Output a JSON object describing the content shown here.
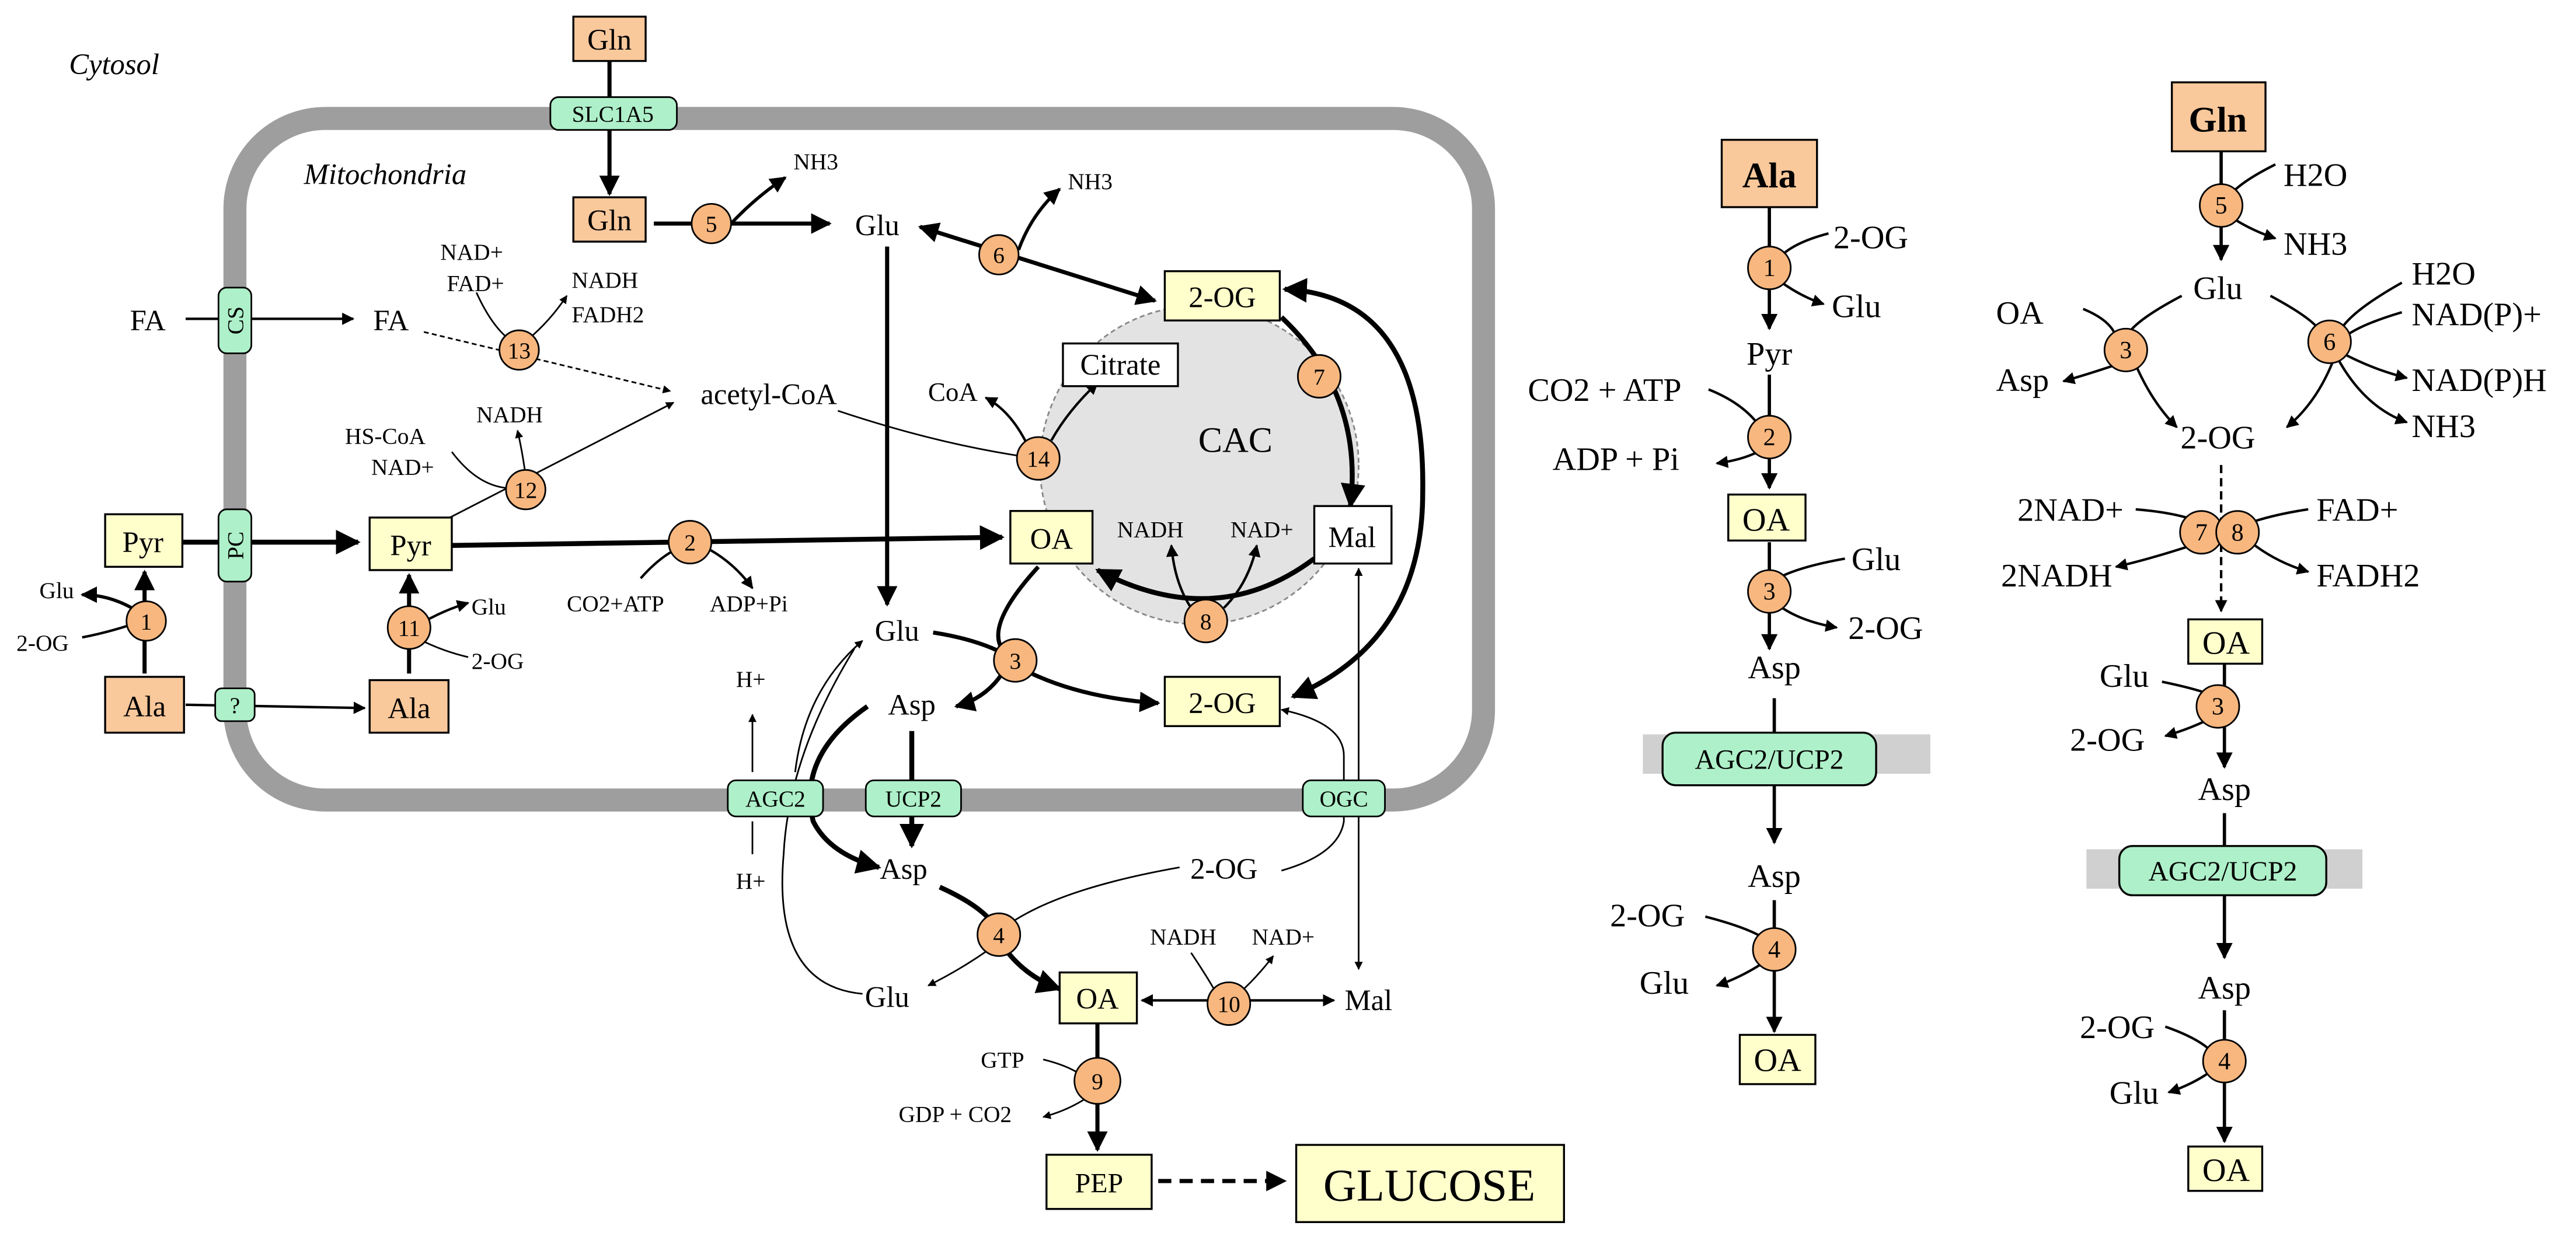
{
  "colors": {
    "metabolite_cytosolic_fill": "#f9c89b",
    "metabolite_fill": "#ffffcc",
    "transporter_fill": "#aef0c9",
    "enzyme_fill": "#f7b77f",
    "membrane": "#9e9e9e",
    "cac_fill": "#e3e3e3"
  },
  "compartments": {
    "cytosol": "Cytosol",
    "mitochondria": "Mitochondria",
    "cycle": "CAC"
  },
  "transporters": {
    "slc1a5": "SLC1A5",
    "cs": "CS",
    "pc": "PC",
    "unknown": "?",
    "agc2": "AGC2",
    "ucp2": "UCP2",
    "ogc": "OGC"
  },
  "metabolites": {
    "gln_top": "Gln",
    "gln_mito": "Gln",
    "glu_mito_top": "Glu",
    "two_og_cac": "2-OG",
    "citrate": "Citrate",
    "coa": "CoA",
    "acetyl_coa": "acetyl-CoA",
    "fa_out": "FA",
    "fa_in": "FA",
    "pyr_cyto": "Pyr",
    "pyr_mito": "Pyr",
    "ala_cyto": "Ala",
    "ala_mito": "Ala",
    "oa_mito": "OA",
    "mal_mito": "Mal",
    "glu_mito_mid": "Glu",
    "asp_mito": "Asp",
    "two_og_mito": "2-OG",
    "asp_cyto": "Asp",
    "two_og_cyto": "2-OG",
    "glu_cyto": "Glu",
    "oa_cyto": "OA",
    "mal_cyto": "Mal",
    "pep": "PEP",
    "glucose": "GLUCOSE"
  },
  "cofactors": {
    "nh3_5": "NH3",
    "nh3_6": "NH3",
    "nad_13": "NAD+",
    "fad_13": "FAD+",
    "nadh_13": "NADH",
    "fadh2_13": "FADH2",
    "hscoa_12": "HS-CoA",
    "nad_12": "NAD+",
    "nadh_12": "NADH",
    "glu_1": "Glu",
    "two_og_1": "2-OG",
    "glu_11": "Glu",
    "two_og_11": "2-OG",
    "co2atp_2": "CO2+ATP",
    "adppi_2": "ADP+Pi",
    "nadh_8": "NADH",
    "nad_8": "NAD+",
    "h_up": "H+",
    "h_down": "H+",
    "nadh_10": "NADH",
    "nad_10": "NAD+",
    "gtp_9": "GTP",
    "gdpco2_9": "GDP + CO2"
  },
  "enzymes": {
    "e1": "1",
    "e2": "2",
    "e3": "3",
    "e4": "4",
    "e5": "5",
    "e6": "6",
    "e7": "7",
    "e8": "8",
    "e9": "9",
    "e10": "10",
    "e11": "11",
    "e12": "12",
    "e13": "13",
    "e14": "14"
  },
  "pathway_ala": {
    "ala": "Ala",
    "e1": "1",
    "two_og": "2-OG",
    "glu": "Glu",
    "pyr": "Pyr",
    "co2atp": "CO2 + ATP",
    "e2": "2",
    "adppi": "ADP + Pi",
    "oa1": "OA",
    "e3": "3",
    "glu2": "Glu",
    "two_og2": "2-OG",
    "asp1": "Asp",
    "transporter": "AGC2/UCP2",
    "asp2": "Asp",
    "two_og3": "2-OG",
    "e4": "4",
    "glu3": "Glu",
    "oa2": "OA"
  },
  "pathway_gln": {
    "gln": "Gln",
    "e5": "5",
    "h2o_5": "H2O",
    "nh3_5": "NH3",
    "glu": "Glu",
    "oa_3": "OA",
    "e3": "3",
    "asp_3": "Asp",
    "h2o_6": "H2O",
    "nadp_6": "NAD(P)+",
    "e6": "6",
    "nadph_6": "NAD(P)H",
    "nh3_6": "NH3",
    "two_og": "2-OG",
    "nad2": "2NAD+",
    "nadh2": "2NADH",
    "e7": "7",
    "e8": "8",
    "fad": "FAD+",
    "fadh2": "FADH2",
    "oa1": "OA",
    "glu_3b": "Glu",
    "e3b": "3",
    "two_og_3b": "2-OG",
    "asp1": "Asp",
    "transporter": "AGC2/UCP2",
    "asp2": "Asp",
    "two_og_4": "2-OG",
    "e4": "4",
    "glu_4": "Glu",
    "oa2": "OA"
  }
}
